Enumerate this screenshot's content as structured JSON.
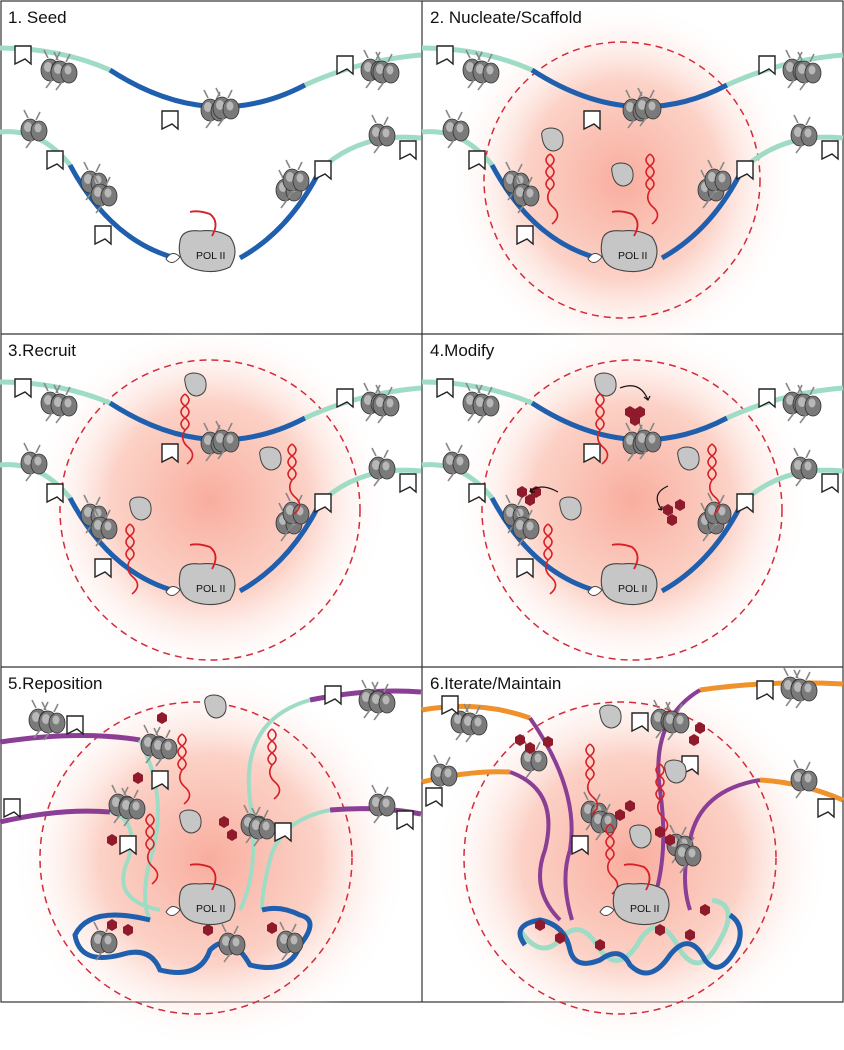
{
  "colors": {
    "cyan_dna": "#9fdcc6",
    "blue_dna": "#1f5fad",
    "purple_dna": "#8b3e95",
    "orange_dna": "#f0922c",
    "rna": "#d62027",
    "mark": "#8e1a2c",
    "condensate_glow": "#f9b4a3",
    "boundary": "#d42a3a",
    "protein": "#c6c6c6",
    "histone": "#6e6e6e"
  },
  "panels": [
    {
      "id": "seed",
      "title": "1. Seed",
      "pol_label": "POL II"
    },
    {
      "id": "nucleate",
      "title": "2. Nucleate/Scaffold",
      "pol_label": "POL II"
    },
    {
      "id": "recruit",
      "title": "3.Recruit",
      "pol_label": "POL II"
    },
    {
      "id": "modify",
      "title": "4.Modify",
      "pol_label": "POL II"
    },
    {
      "id": "reposition",
      "title": "5.Reposition",
      "pol_label": "POL II"
    },
    {
      "id": "iterate",
      "title": "6.Iterate/Maintain",
      "pol_label": "POL II"
    }
  ]
}
